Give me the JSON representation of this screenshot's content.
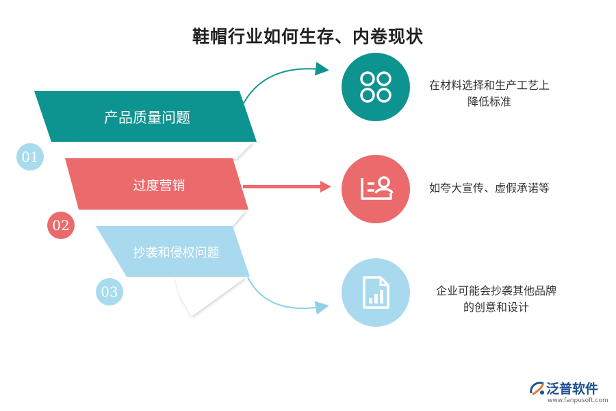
{
  "title": "鞋帽行业如何生存、内卷现状",
  "colors": {
    "teal": "#0e9490",
    "red": "#eb6a6c",
    "light_blue": "#a9d9ee",
    "num_blue": "#a7dbed"
  },
  "items": [
    {
      "number": "01",
      "label": "产品质量问题",
      "icon": "four-circles-icon",
      "desc_line1": "在材料选择和生产工艺上",
      "desc_line2": "降低标准"
    },
    {
      "number": "02",
      "label": "过度营销",
      "icon": "id-card-icon",
      "desc_line1": "如夸大宣传、虚假承诺等",
      "desc_line2": ""
    },
    {
      "number": "03",
      "label": "抄袭和侵权问题",
      "icon": "document-chart-icon",
      "desc_line1": "企业可能会抄袭其他品牌",
      "desc_line2": "的创意和设计"
    }
  ],
  "logo": {
    "name": "泛普软件",
    "url": "www.fanpusoft.com"
  }
}
